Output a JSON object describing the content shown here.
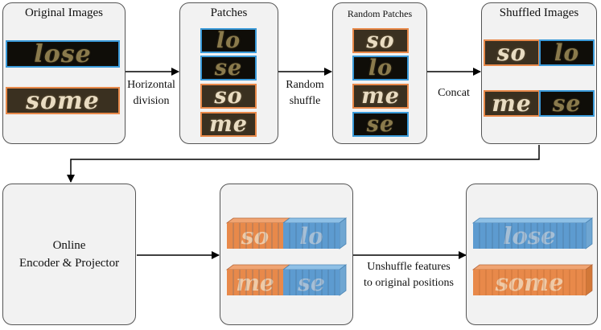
{
  "boxes": {
    "original": {
      "title": "Original Images"
    },
    "patches": {
      "title": "Patches"
    },
    "random_patches": {
      "title": "Random Patches"
    },
    "shuffled": {
      "title": "Shuffled Images"
    },
    "encoder": {
      "line1": "Online",
      "line2": "Encoder & Projector"
    }
  },
  "words": {
    "lose": "lose",
    "some": "some",
    "lo": "lo",
    "se": "se",
    "so": "so",
    "me": "me"
  },
  "arrows": {
    "horizontal_division": [
      "Horizontal",
      "division"
    ],
    "random_shuffle": [
      "Random",
      "shuffle"
    ],
    "concat": "Concat",
    "unshuffle": [
      "Unshuffle features",
      "to original positions"
    ]
  },
  "colors": {
    "blue": "#3a9ad9",
    "orange": "#e8894a",
    "box_fill": "#f2f2f2"
  }
}
